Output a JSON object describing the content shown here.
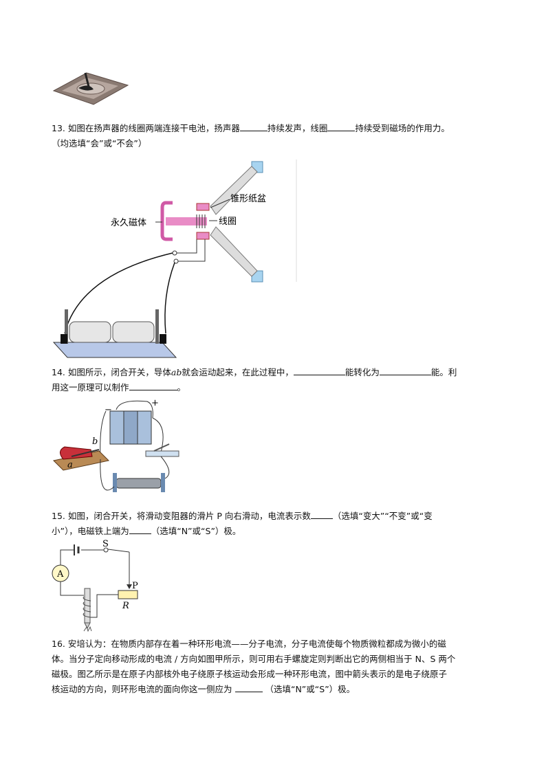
{
  "q13": {
    "number": "13.",
    "line1_a": "如图在扬声器的线圈两端连接干电池，扬声器",
    "line1_b": "持续发声，线圈",
    "line1_c": "持续受到磁场的作用力。",
    "line2": "（均选填“会”或“不会”）",
    "figure_labels": {
      "cone": "锥形纸盆",
      "magnet": "永久磁体",
      "coil": "线圈"
    }
  },
  "q14": {
    "number": "14.",
    "line1_a": "如图所示，闭合开关，导体",
    "ab": "ab",
    "line1_b": "就会运动起来，在此过程中，",
    "line1_c": "能转化为",
    "line1_d": "能。利",
    "line2_a": "用这一原理可以制作",
    "line2_b": "。",
    "figure_labels": {
      "a": "a",
      "b": "b",
      "minus": "−",
      "plus": "+"
    }
  },
  "q15": {
    "number": "15.",
    "line1_a": "如图，闭合开关，将滑动变阻器的滑片 P 向右滑动，电流表示数",
    "line1_b": "（选填“变大”“不变”或“变",
    "line2_a": "小”），电磁铁上端为",
    "line2_b": "（选填“N”或“S”）极。",
    "figure_labels": {
      "switch": "S",
      "ammeter": "A",
      "slider": "P",
      "resistor": "R"
    }
  },
  "q16": {
    "number": "16.",
    "line1": "安培认为：在物质内部存在着一种环形电流——分子电流，分子电流使每个物质微粒都成为微小的磁",
    "line2": "体。当分子定向移动形成的电流 / 方向如图甲所示，则可用右手螺旋定则判断出它的两侧相当于 N、S 两个",
    "line3": "磁极。图乙所示是在原子内部核外电子绕原子核运动会形成一种环形电流，图中箭头表示的是电子绕原子",
    "line4_a": "核运动的方向，则环形电流的面向你这一侧应为",
    "line4_b": "（选填“N”或“S”）极。"
  }
}
